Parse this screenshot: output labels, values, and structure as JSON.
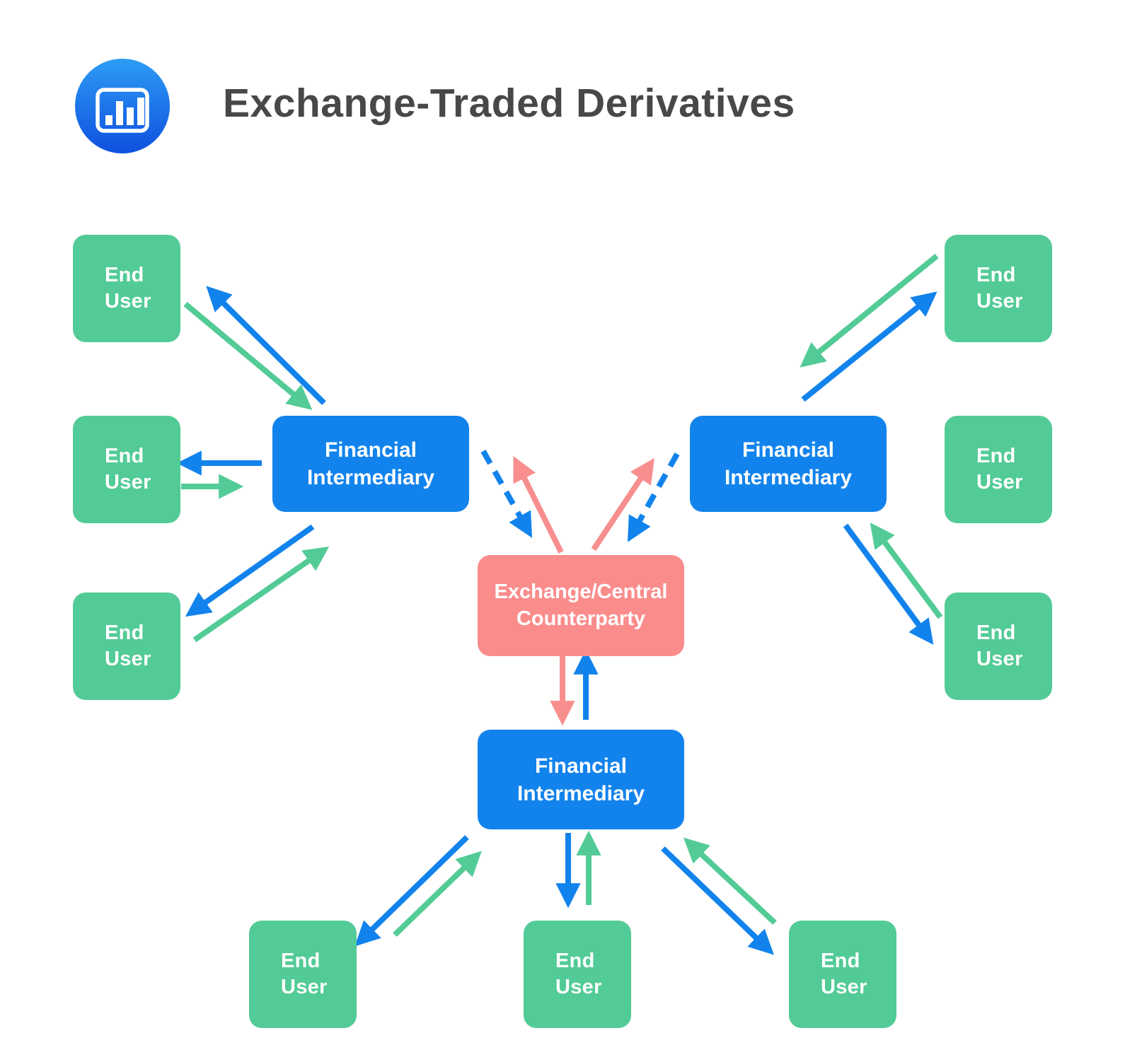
{
  "header": {
    "title": "Exchange-Traded Derivatives",
    "icon": "bar-chart-icon"
  },
  "colors": {
    "node_green": "#53CB96",
    "node_blue": "#1283EC",
    "node_pink": "#FB8C8C",
    "arrow_green": "#53CB96",
    "arrow_blue": "#1283EC",
    "arrow_pink": "#F98E8E",
    "title_text": "#48484A",
    "box_text": "#FFFFFF",
    "icon_gradient_top": "#2D9CF4",
    "icon_gradient_bottom": "#0F50DF"
  },
  "nodes": {
    "end_user": "End User",
    "financial_intermediary": "Financial Intermediary",
    "exchange": "Exchange/Central Counterparty"
  },
  "connections": [
    {
      "from": "fi-left",
      "to": "end-user-top-left",
      "color": "blue",
      "style": "solid"
    },
    {
      "from": "end-user-top-left",
      "to": "fi-left",
      "color": "green",
      "style": "solid"
    },
    {
      "from": "fi-left",
      "to": "end-user-mid-left",
      "color": "blue",
      "style": "solid"
    },
    {
      "from": "end-user-mid-left",
      "to": "fi-left",
      "color": "green",
      "style": "solid"
    },
    {
      "from": "fi-left",
      "to": "end-user-bottom-left",
      "color": "blue",
      "style": "solid"
    },
    {
      "from": "end-user-bottom-left",
      "to": "fi-left",
      "color": "green",
      "style": "solid"
    },
    {
      "from": "fi-left",
      "to": "exchange",
      "color": "blue",
      "style": "dashed"
    },
    {
      "from": "exchange",
      "to": "fi-left",
      "color": "pink",
      "style": "solid"
    },
    {
      "from": "fi-right",
      "to": "exchange",
      "color": "blue",
      "style": "dashed"
    },
    {
      "from": "exchange",
      "to": "fi-right",
      "color": "pink",
      "style": "solid"
    },
    {
      "from": "fi-right",
      "to": "end-user-top-right",
      "color": "blue",
      "style": "solid"
    },
    {
      "from": "end-user-top-right",
      "to": "fi-right",
      "color": "green",
      "style": "solid"
    },
    {
      "from": "fi-right",
      "to": "end-user-bottom-right",
      "color": "blue",
      "style": "solid"
    },
    {
      "from": "end-user-bottom-right",
      "to": "fi-right",
      "color": "green",
      "style": "solid"
    },
    {
      "from": "exchange",
      "to": "fi-bottom",
      "color": "pink",
      "style": "solid"
    },
    {
      "from": "fi-bottom",
      "to": "exchange",
      "color": "blue",
      "style": "solid"
    },
    {
      "from": "fi-bottom",
      "to": "end-user-bottom-1",
      "color": "blue",
      "style": "solid"
    },
    {
      "from": "end-user-bottom-1",
      "to": "fi-bottom",
      "color": "green",
      "style": "solid"
    },
    {
      "from": "fi-bottom",
      "to": "end-user-bottom-2",
      "color": "blue",
      "style": "solid"
    },
    {
      "from": "end-user-bottom-2",
      "to": "fi-bottom",
      "color": "green",
      "style": "solid"
    },
    {
      "from": "fi-bottom",
      "to": "end-user-bottom-3",
      "color": "blue",
      "style": "solid"
    },
    {
      "from": "end-user-bottom-3",
      "to": "fi-bottom",
      "color": "green",
      "style": "solid"
    }
  ]
}
